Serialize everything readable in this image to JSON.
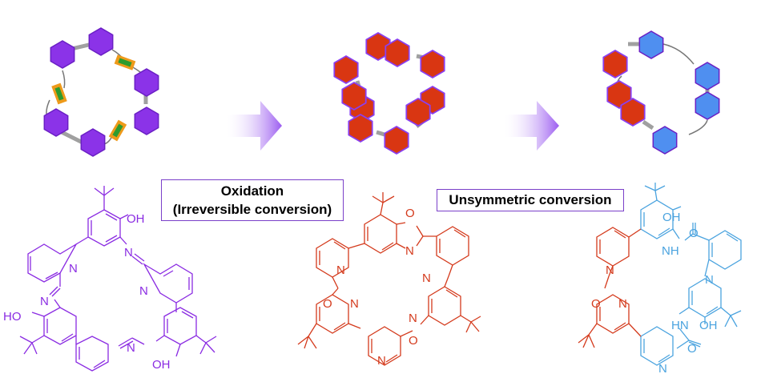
{
  "labels": {
    "oxidation_line1": "Oxidation",
    "oxidation_line2": "(Irreversible conversion)",
    "unsymmetric": "Unsymmetric conversion"
  },
  "colors": {
    "purple": "#8a2be2",
    "purple_fill": "#8b33e8",
    "red_fill": "#d93612",
    "blue_fill": "#4f8ff0",
    "gray_link": "#9a9a9a",
    "green": "#2e9b2e",
    "orange": "#ee9a1a",
    "red_struct": "#d43a1c",
    "blue_struct": "#4aa3df",
    "arrow": "#a066f0"
  },
  "atoms": {
    "oh": "OH",
    "ho": "HO",
    "n": "N",
    "o": "O",
    "nh": "NH",
    "hn": "HN"
  }
}
